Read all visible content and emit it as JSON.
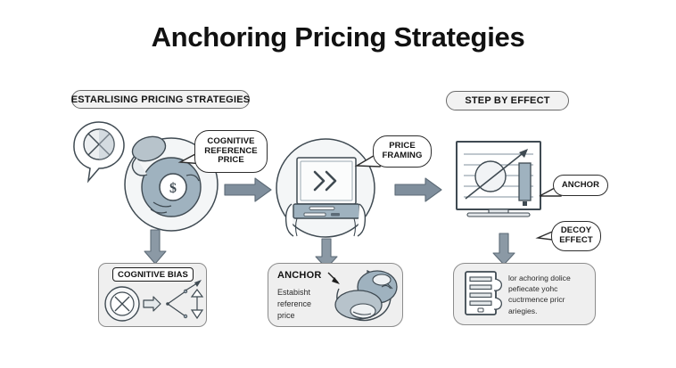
{
  "page": {
    "title": "Anchoring Pricing Strategies",
    "background_color": "#ffffff",
    "accent_color": "#7f8e9c",
    "ink_color": "#3f4a52",
    "card_fill": "#efefef"
  },
  "stage_labels": {
    "stage1": "ESTARLISING PRICING STRATEGIES",
    "stage3": "STEP BY EFFECT"
  },
  "callouts": {
    "cognitive_reference_price": [
      "COGNITIVE",
      "REFERENCE",
      "PRICE"
    ],
    "price_framing": [
      "PRICE",
      "FRAMING"
    ],
    "anchor": [
      "ANCHOR"
    ],
    "decoy_effect": [
      "DECOY",
      "EFFECT"
    ]
  },
  "cards": {
    "cognitive_bias": {
      "label": "COGNITIVE BIAS"
    },
    "anchor": {
      "label": "ANCHOR",
      "body": [
        "Estabisht",
        "reference",
        "price"
      ]
    },
    "document": {
      "body": [
        "lor achoring dolice",
        "pefiecate yohc",
        "cuctrmence pricr",
        "ariegies."
      ]
    }
  },
  "icons": {
    "crossed_circle": "crossed-circle-icon",
    "dollar_coin": "dollar-coin-icon",
    "tablet_chevron": "tablet-chevron-icon",
    "growth_chart": "growth-chart-icon",
    "document_lines": "document-lines-icon",
    "arrow_right": "arrow-right-icon",
    "arrow_down": "arrow-down-icon"
  }
}
